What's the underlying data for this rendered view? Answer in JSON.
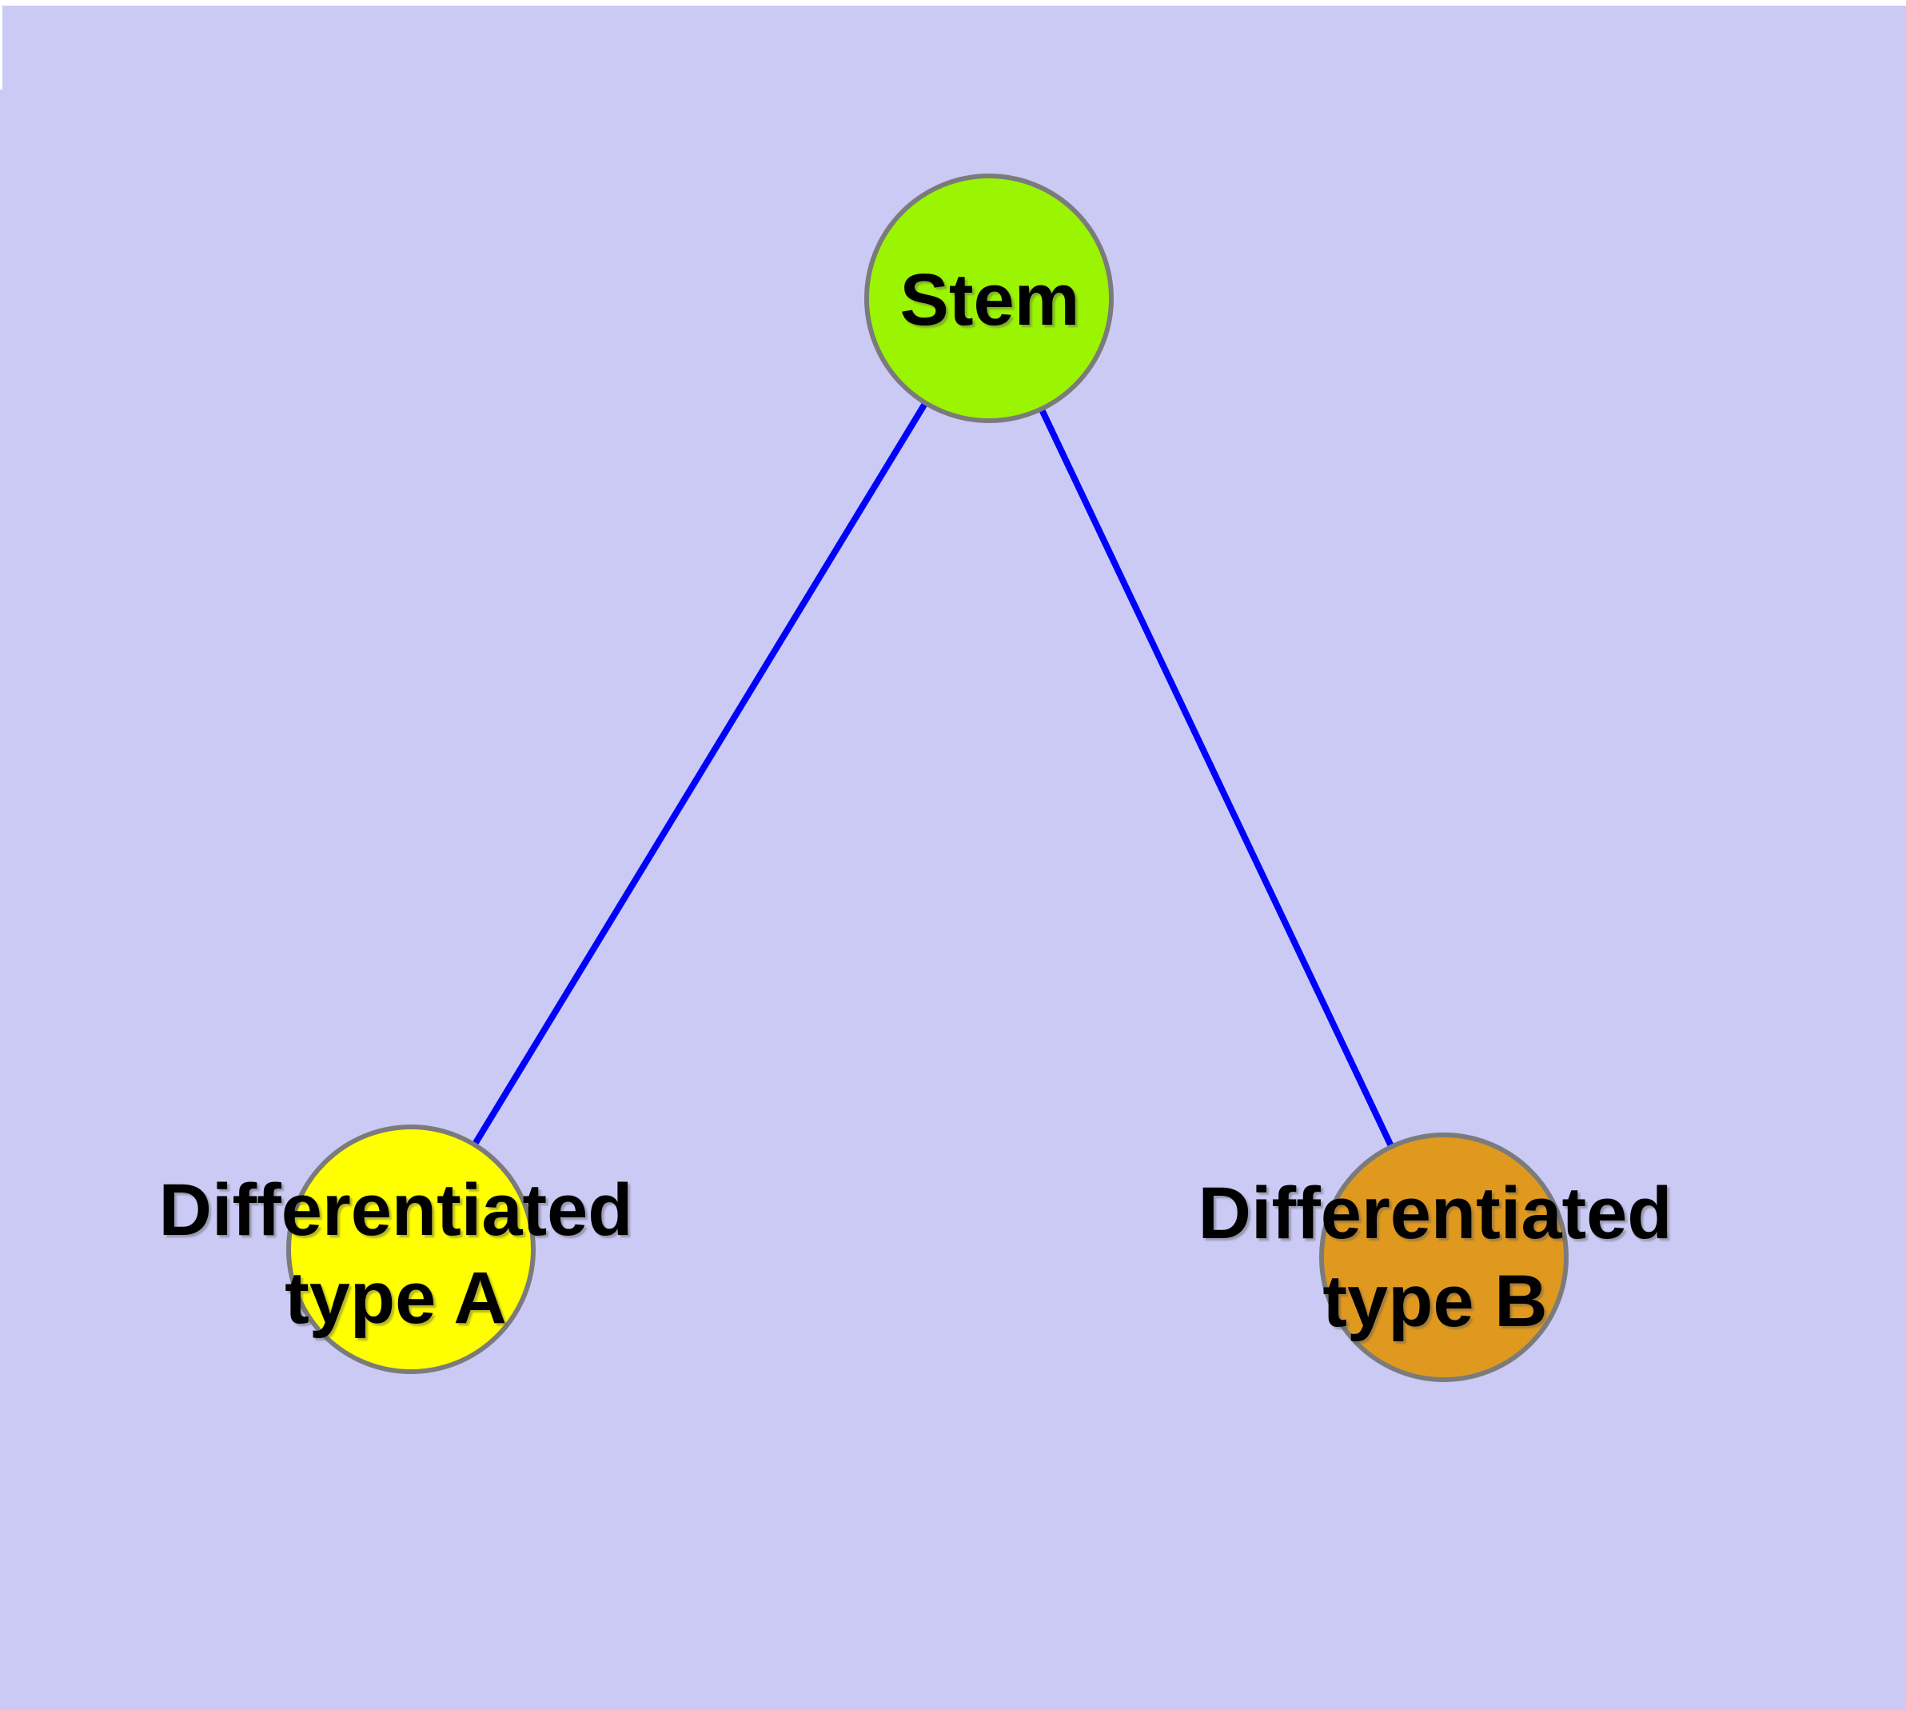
{
  "canvas": {
    "background_color": "#cacaf4",
    "margin_color": "#ffffff"
  },
  "graph": {
    "node_border_color": "#7b7b7b",
    "edge_color": "#0000ff",
    "text_color": "#000000",
    "nodes": [
      {
        "id": "stem",
        "label": "Stem",
        "fill_color": "#9bf502"
      },
      {
        "id": "differentiated-type-a",
        "label_line1": "Differentiated",
        "label_line2": "type A",
        "fill_color": "#ffff00"
      },
      {
        "id": "differentiated-type-b",
        "label_line1": "Differentiated",
        "label_line2": "type B",
        "fill_color": "#e0991f"
      }
    ],
    "edges": [
      {
        "from": "stem",
        "to": "differentiated-type-a"
      },
      {
        "from": "stem",
        "to": "differentiated-type-b"
      }
    ]
  }
}
